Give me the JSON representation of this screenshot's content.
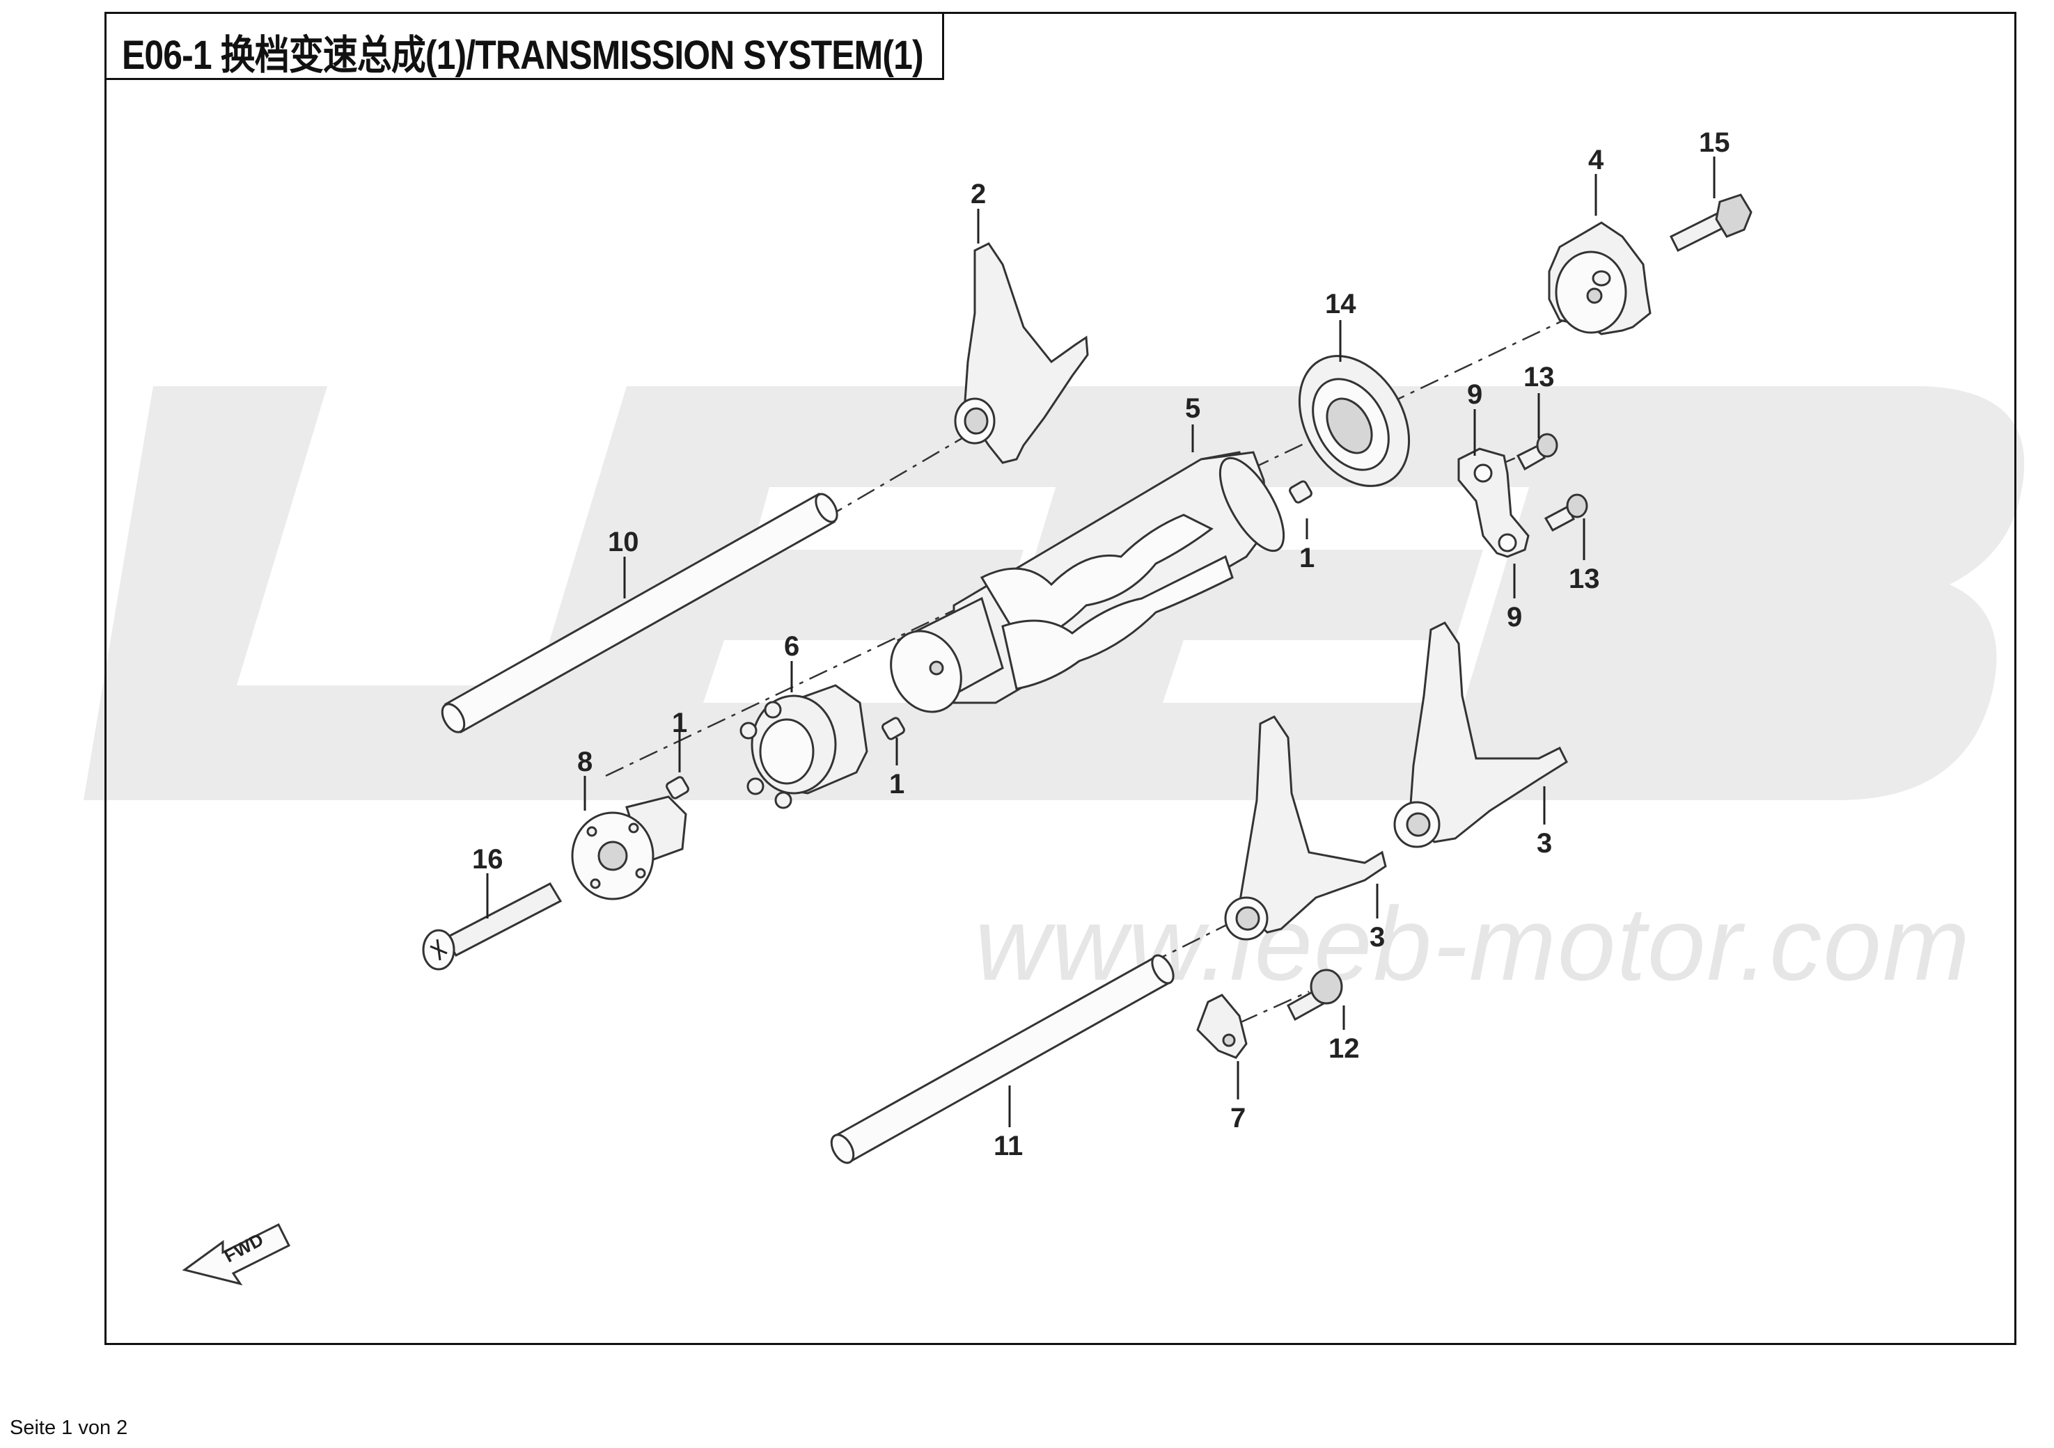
{
  "title": "E06-1  换档变速总成(1)/TRANSMISSION  SYSTEM(1)",
  "watermark": {
    "logo_text": "LEEB",
    "url": "www.leeb-motor.com"
  },
  "footer": "Seite 1 von 2",
  "fwd_label": "FWD",
  "callouts": [
    {
      "id": "c1a",
      "label": "1"
    },
    {
      "id": "c1b",
      "label": "1"
    },
    {
      "id": "c1c",
      "label": "1"
    },
    {
      "id": "c2",
      "label": "2"
    },
    {
      "id": "c3a",
      "label": "3"
    },
    {
      "id": "c3b",
      "label": "3"
    },
    {
      "id": "c4",
      "label": "4"
    },
    {
      "id": "c5",
      "label": "5"
    },
    {
      "id": "c6",
      "label": "6"
    },
    {
      "id": "c7",
      "label": "7"
    },
    {
      "id": "c8",
      "label": "8"
    },
    {
      "id": "c9a",
      "label": "9"
    },
    {
      "id": "c9b",
      "label": "9"
    },
    {
      "id": "c10",
      "label": "10"
    },
    {
      "id": "c11",
      "label": "11"
    },
    {
      "id": "c12",
      "label": "12"
    },
    {
      "id": "c13a",
      "label": "13"
    },
    {
      "id": "c13b",
      "label": "13"
    },
    {
      "id": "c14",
      "label": "14"
    },
    {
      "id": "c15",
      "label": "15"
    },
    {
      "id": "c16",
      "label": "16"
    }
  ]
}
